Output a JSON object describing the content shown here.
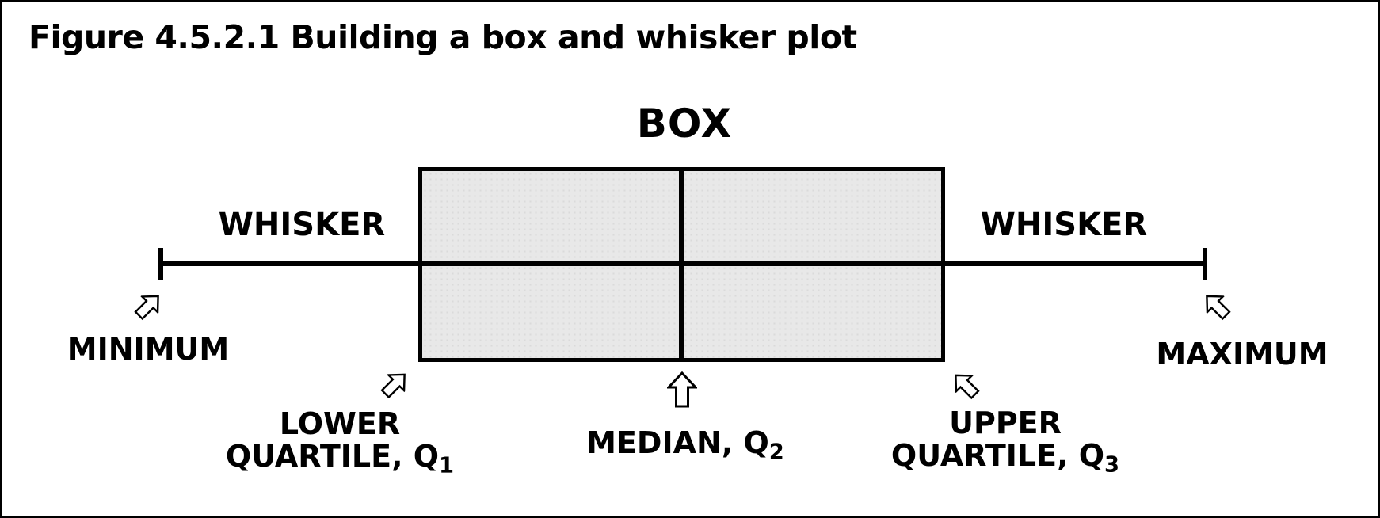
{
  "figure": {
    "title": "Figure 4.5.2.1 Building a box and whisker plot"
  },
  "diagram": {
    "box_label": "BOX",
    "whisker_left_label": "WHISKER",
    "whisker_right_label": "WHISKER",
    "minimum_label": "MINIMUM",
    "maximum_label": "MAXIMUM",
    "lower_quartile": {
      "line1": "LOWER",
      "line2_main": "QUARTILE, Q",
      "line2_sub": "1"
    },
    "median": {
      "main": "MEDIAN, Q",
      "sub": "2"
    },
    "upper_quartile": {
      "line1": "UPPER",
      "line2_main": "QUARTILE, Q",
      "line2_sub": "3"
    },
    "icons": {
      "arrow_up": "block-arrow-up-icon",
      "arrow_ne": "block-arrow-northeast-icon",
      "arrow_nw": "block-arrow-northwest-icon"
    },
    "colors": {
      "background": "#ffffff",
      "line": "#000000",
      "box_fill": "#e8e8e8",
      "frame_border": "#000000"
    }
  }
}
